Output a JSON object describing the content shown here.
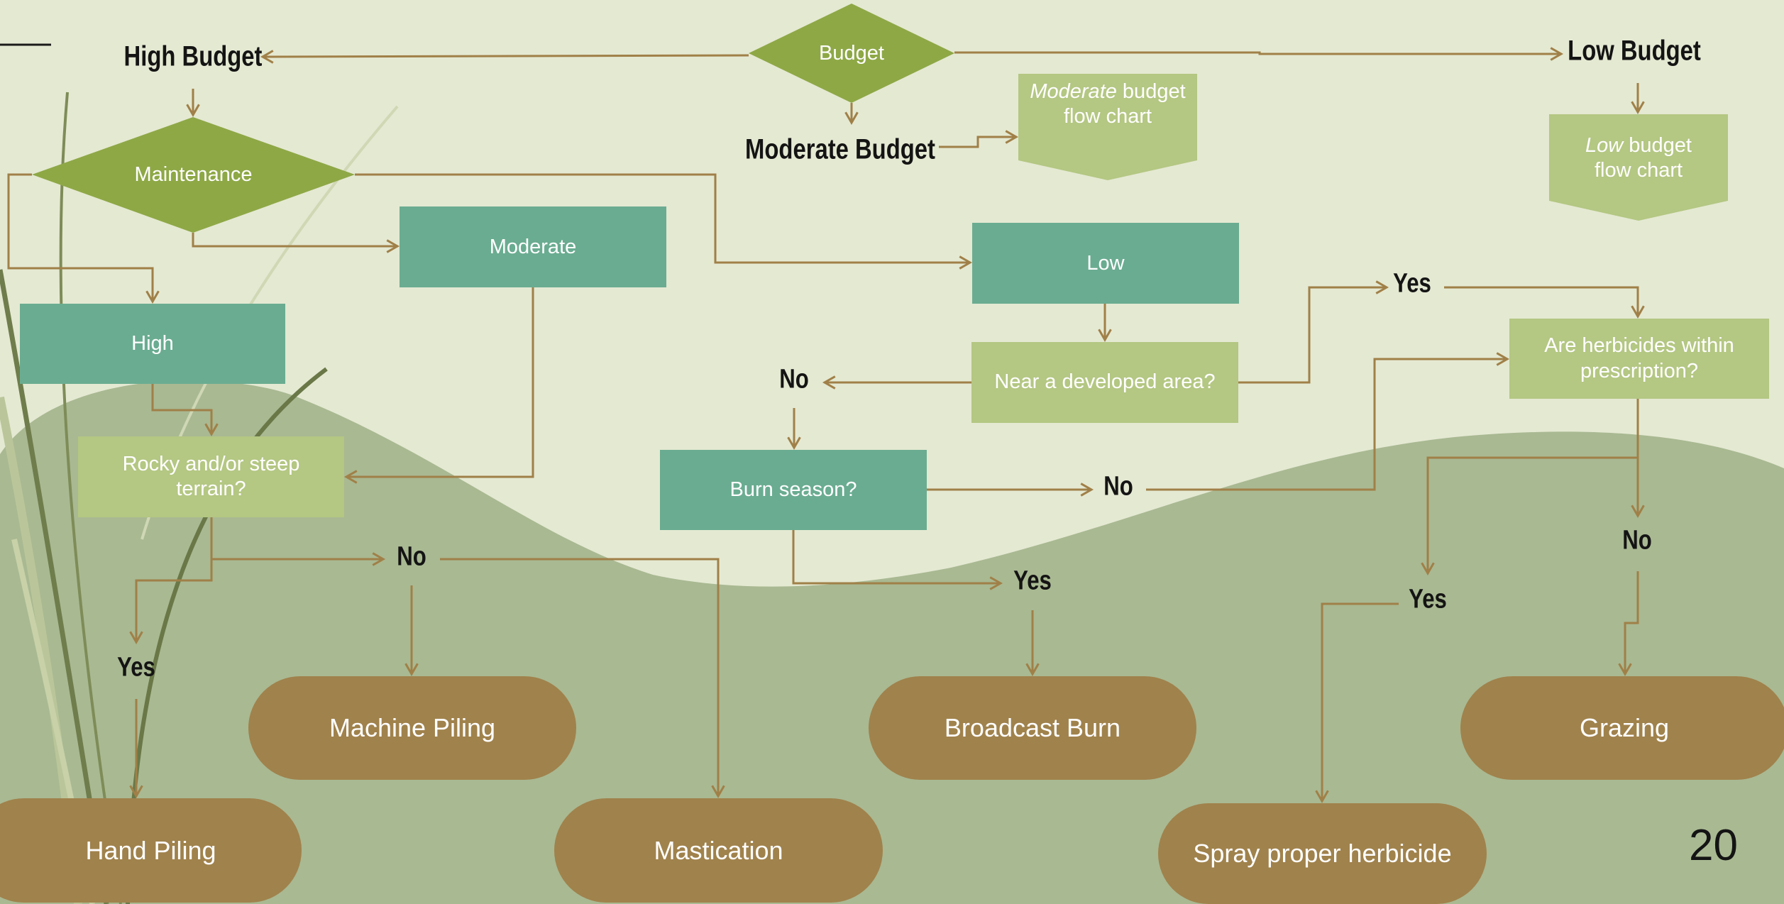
{
  "slide": {
    "page_number": "20"
  },
  "colors": {
    "background": "#e4e9d2",
    "hill": "#a9b992",
    "diamond": "#8ea846",
    "teal_box": "#6aac91",
    "pale_box": "#b4c783",
    "terminal": "#a0824c",
    "arrow": "#a08048"
  },
  "decisions": {
    "budget": "Budget",
    "maintenance": "Maintenance"
  },
  "budget_labels": {
    "high": "High Budget",
    "moderate": "Moderate Budget",
    "low": "Low Budget"
  },
  "budget_charts": {
    "moderate": {
      "emphasis": "Moderate",
      "rest": " budget flow chart"
    },
    "low": {
      "emphasis": "Low",
      "rest": " budget flow chart"
    }
  },
  "maintenance_levels": {
    "high": "High",
    "moderate": "Moderate",
    "low": "Low"
  },
  "questions": {
    "rocky": "Rocky and/or steep terrain?",
    "developed": "Near a developed area?",
    "burn_season": "Burn season?",
    "herbicides": "Are herbicides within prescription?"
  },
  "answers": {
    "rocky_yes": "Yes",
    "rocky_no": "No",
    "developed_no": "No",
    "developed_yes": "Yes",
    "burn_no": "No",
    "burn_yes": "Yes",
    "herb_yes": "Yes",
    "herb_no": "No"
  },
  "outcomes": {
    "hand_piling": "Hand Piling",
    "machine_piling": "Machine Piling",
    "mastication": "Mastication",
    "broadcast_burn": "Broadcast Burn",
    "spray_herbicide": "Spray proper herbicide",
    "grazing": "Grazing"
  }
}
